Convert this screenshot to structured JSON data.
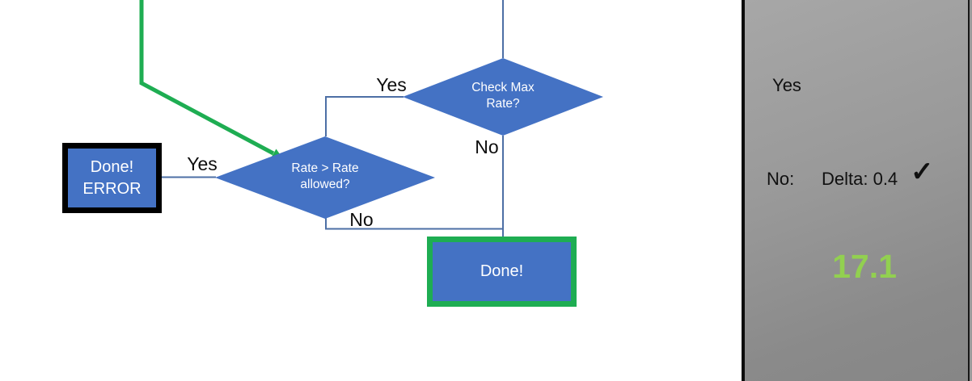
{
  "colors": {
    "shape_blue": "#4472c4",
    "connector_blue": "#4d6fa5",
    "green": "#1ead52",
    "arrow_gray": "#565656",
    "result_green": "#92d050"
  },
  "flowchart": {
    "decision_check_max_rate": "Check Max\nRate?",
    "decision_rate_allowed": "Rate > Rate\nallowed?",
    "terminal_error": "Done!\nERROR",
    "terminal_done": "Done!",
    "label_yes_top": "Yes",
    "label_no_top": "No",
    "label_yes_left": "Yes",
    "label_no_bottom": "No"
  },
  "side_panel": {
    "yes_label": "Yes",
    "no_label": "No:",
    "delta_label": "Delta: 0.4",
    "checkmark": "✓",
    "result_value": "17.1"
  }
}
